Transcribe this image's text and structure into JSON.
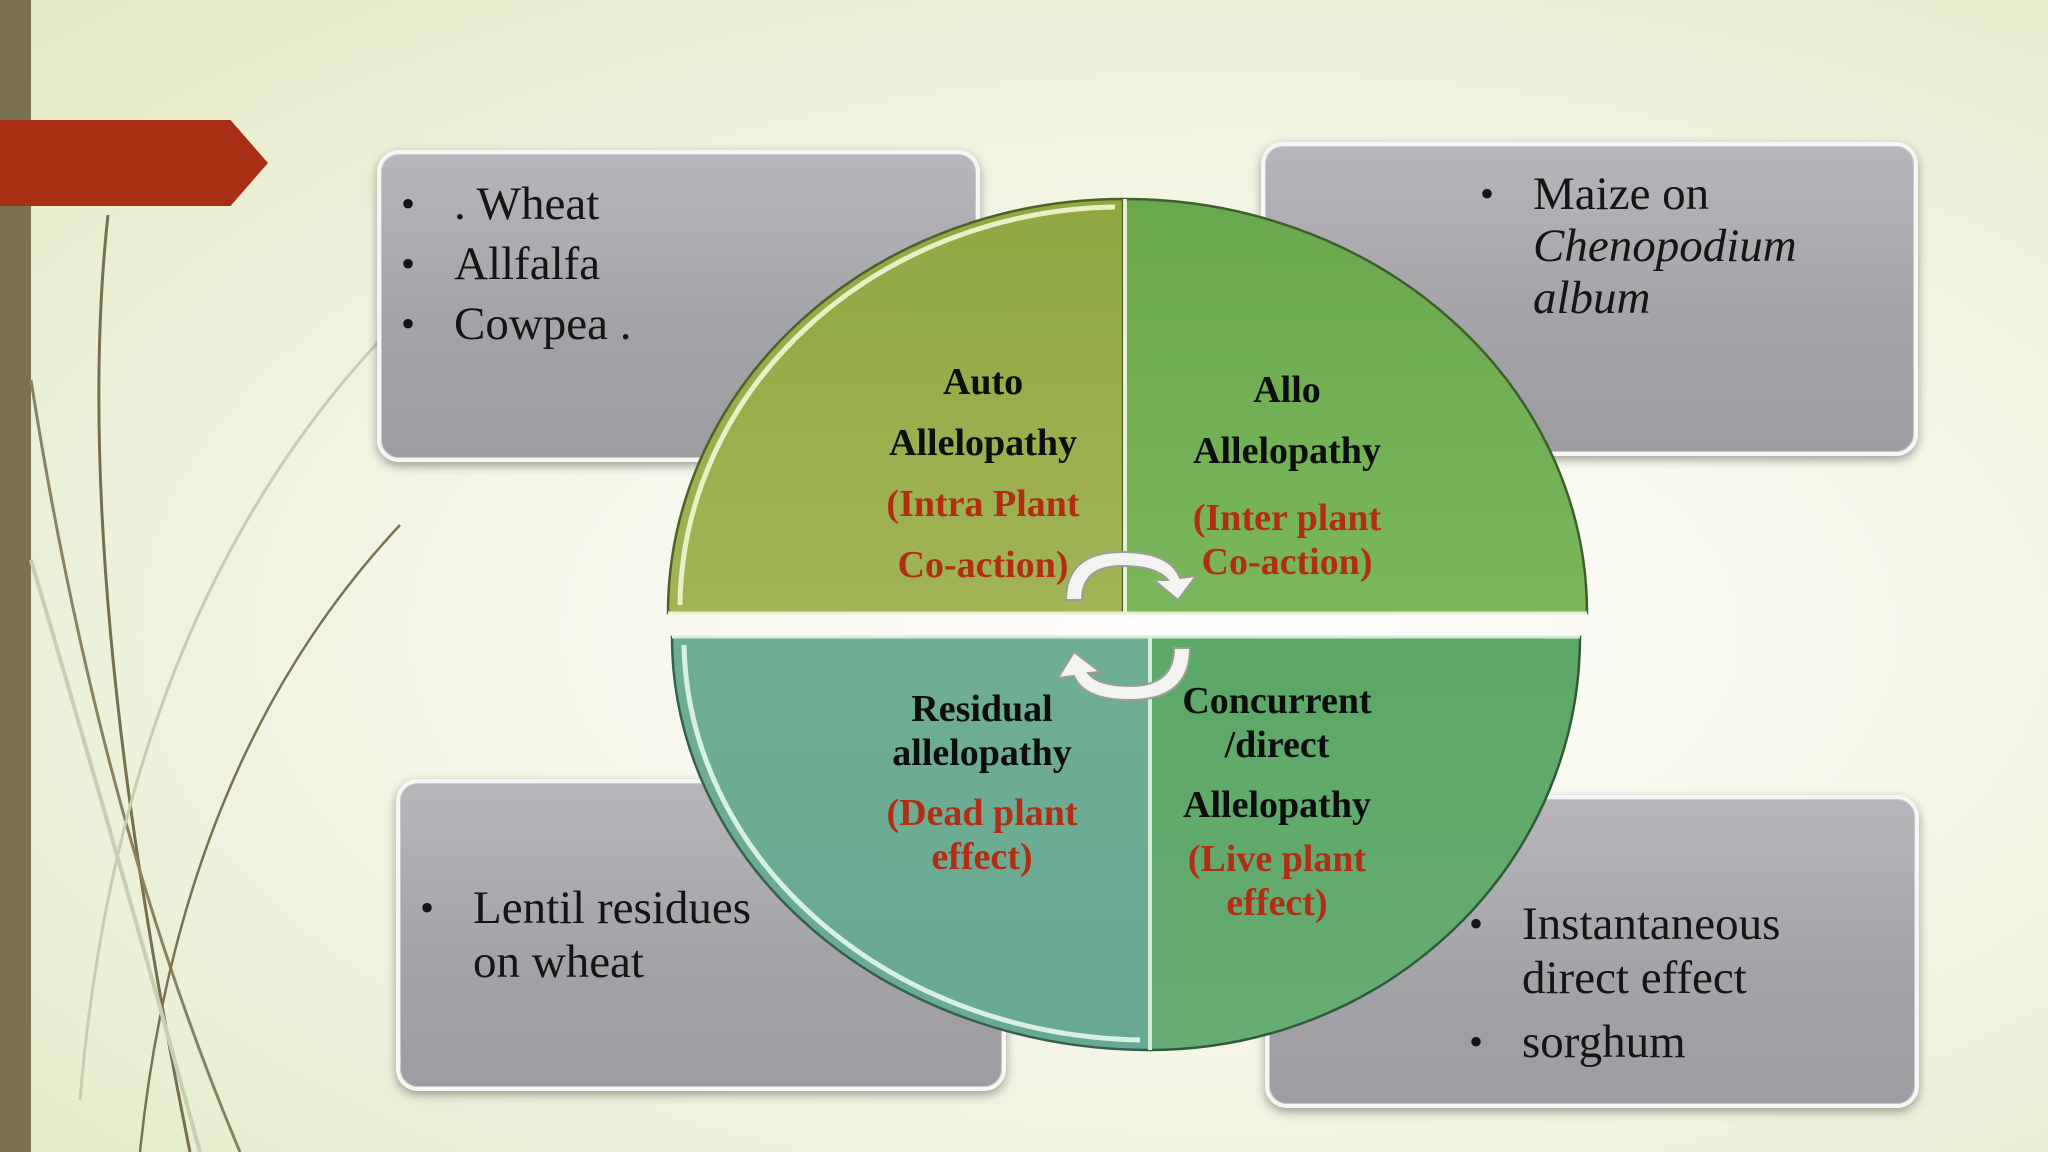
{
  "colors": {
    "accent_arrow": "#a82e14",
    "sidebar": "#7a7150",
    "label_red": "#b12e14",
    "quad_auto": "#97ad4a",
    "quad_allo": "#72b054",
    "quad_residual": "#6bad93",
    "quad_concurrent": "#5eab6a",
    "box_gray": "#a6a6aa"
  },
  "boxes": {
    "top_left": {
      "items": [
        ". Wheat",
        "Allfalfa",
        "Cowpea ."
      ]
    },
    "top_right": {
      "items": [
        "Maize on",
        "Chenopodium",
        "album"
      ]
    },
    "bottom_left": {
      "items": [
        "Lentil residues",
        "on wheat"
      ]
    },
    "bottom_right": {
      "items": [
        "Instantaneous",
        "direct effect",
        "sorghum"
      ]
    }
  },
  "quadrants": {
    "auto": {
      "title_1": "Auto",
      "title_2": "Allelopathy",
      "sub_1": "(Intra Plant",
      "sub_2": "Co-action)"
    },
    "allo": {
      "title_1": "Allo",
      "title_2": "Allelopathy",
      "sub_1": "(Inter plant",
      "sub_2": "Co-action)"
    },
    "residual": {
      "title_1": "Residual",
      "title_2": "allelopathy",
      "sub_1": "(Dead plant",
      "sub_2": "effect)"
    },
    "concurrent": {
      "title_1": "Concurrent",
      "title_2": "/direct",
      "title_3": "Allelopathy",
      "sub_1": "(Live plant",
      "sub_2": "effect)"
    }
  },
  "icons": [
    "cycle-arrow-icon",
    "cycle-arrow-icon"
  ]
}
